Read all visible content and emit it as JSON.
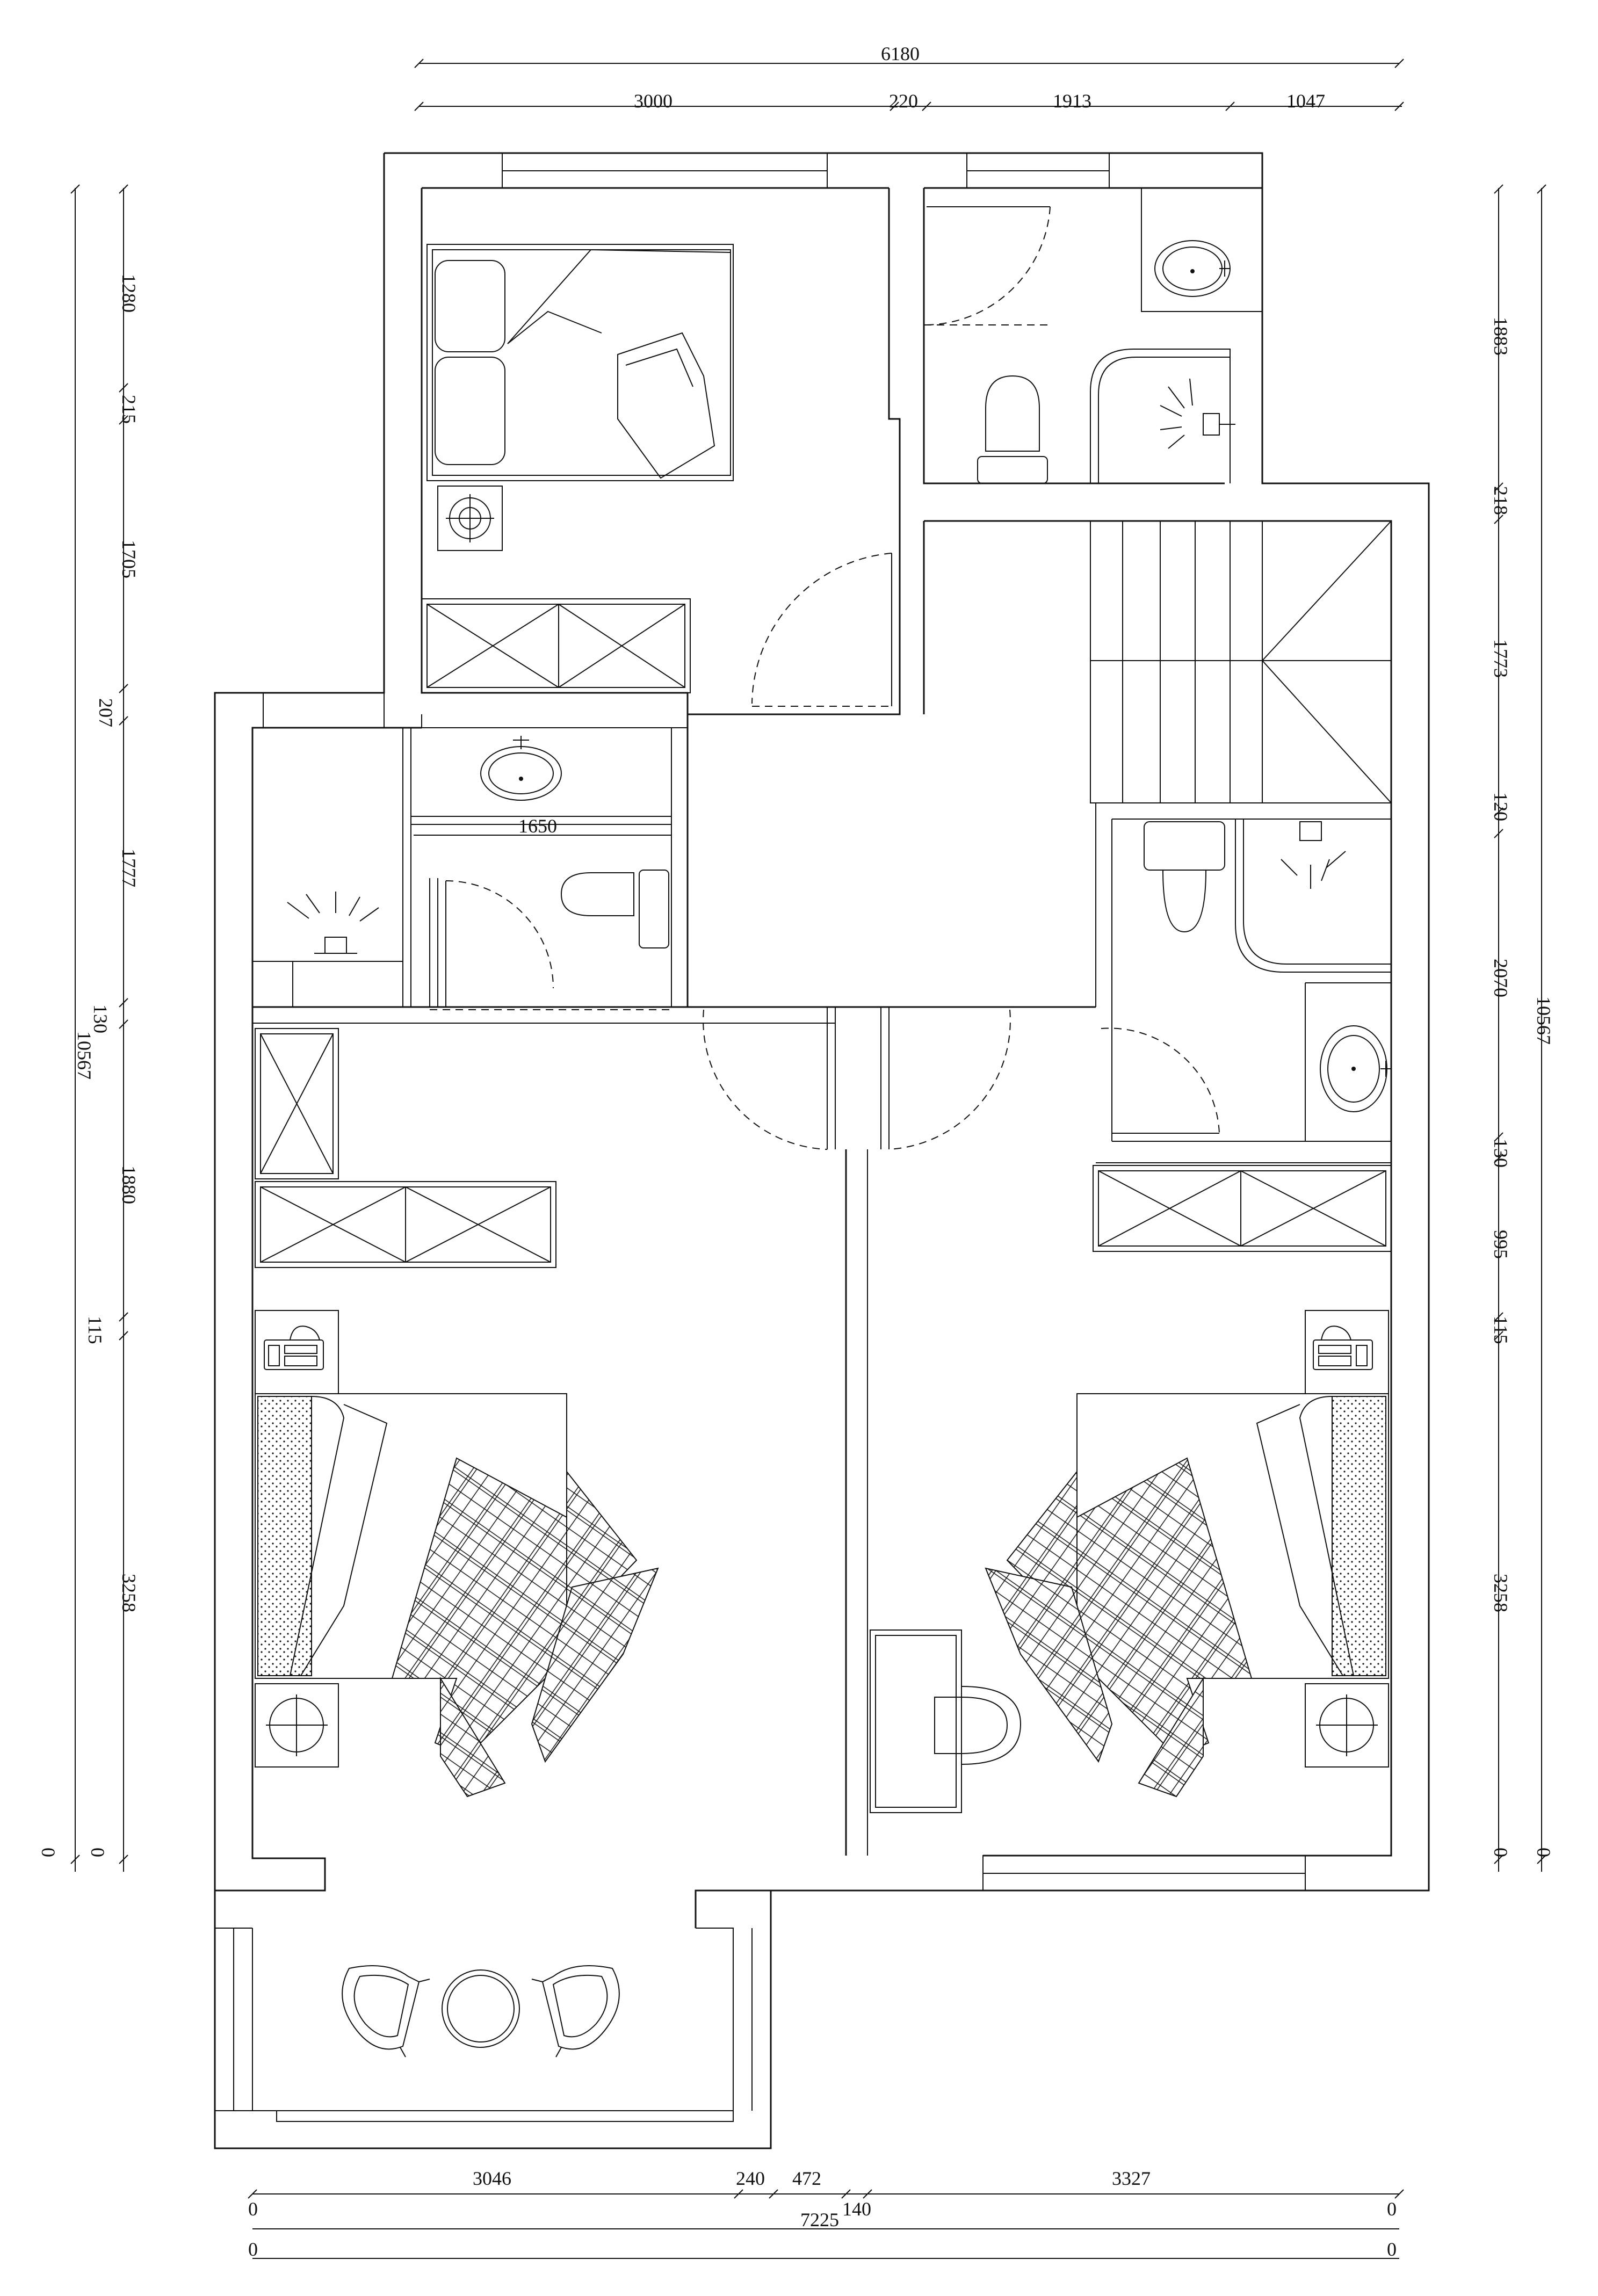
{
  "dimensions": {
    "top_total": "6180",
    "top_segments": [
      "3000",
      "220",
      "1913",
      "1047"
    ],
    "left_outer": [
      "10567"
    ],
    "left_inner": [
      "1280",
      "215",
      "1705",
      "207",
      "1777",
      "130",
      "1880",
      "115",
      "3258"
    ],
    "left_zero": [
      "0",
      "0"
    ],
    "right_inner": [
      "1883",
      "218",
      "1773",
      "120",
      "2070",
      "130",
      "995",
      "115",
      "3258"
    ],
    "right_outer": [
      "10567"
    ],
    "right_zero": [
      "0",
      "0"
    ],
    "bottom_segments": [
      "3046",
      "240",
      "472",
      "140",
      "3327"
    ],
    "bottom_total": "7225",
    "bottom_zero": [
      "0",
      "0",
      "0",
      "0"
    ],
    "inner_bath_width": "1650"
  }
}
